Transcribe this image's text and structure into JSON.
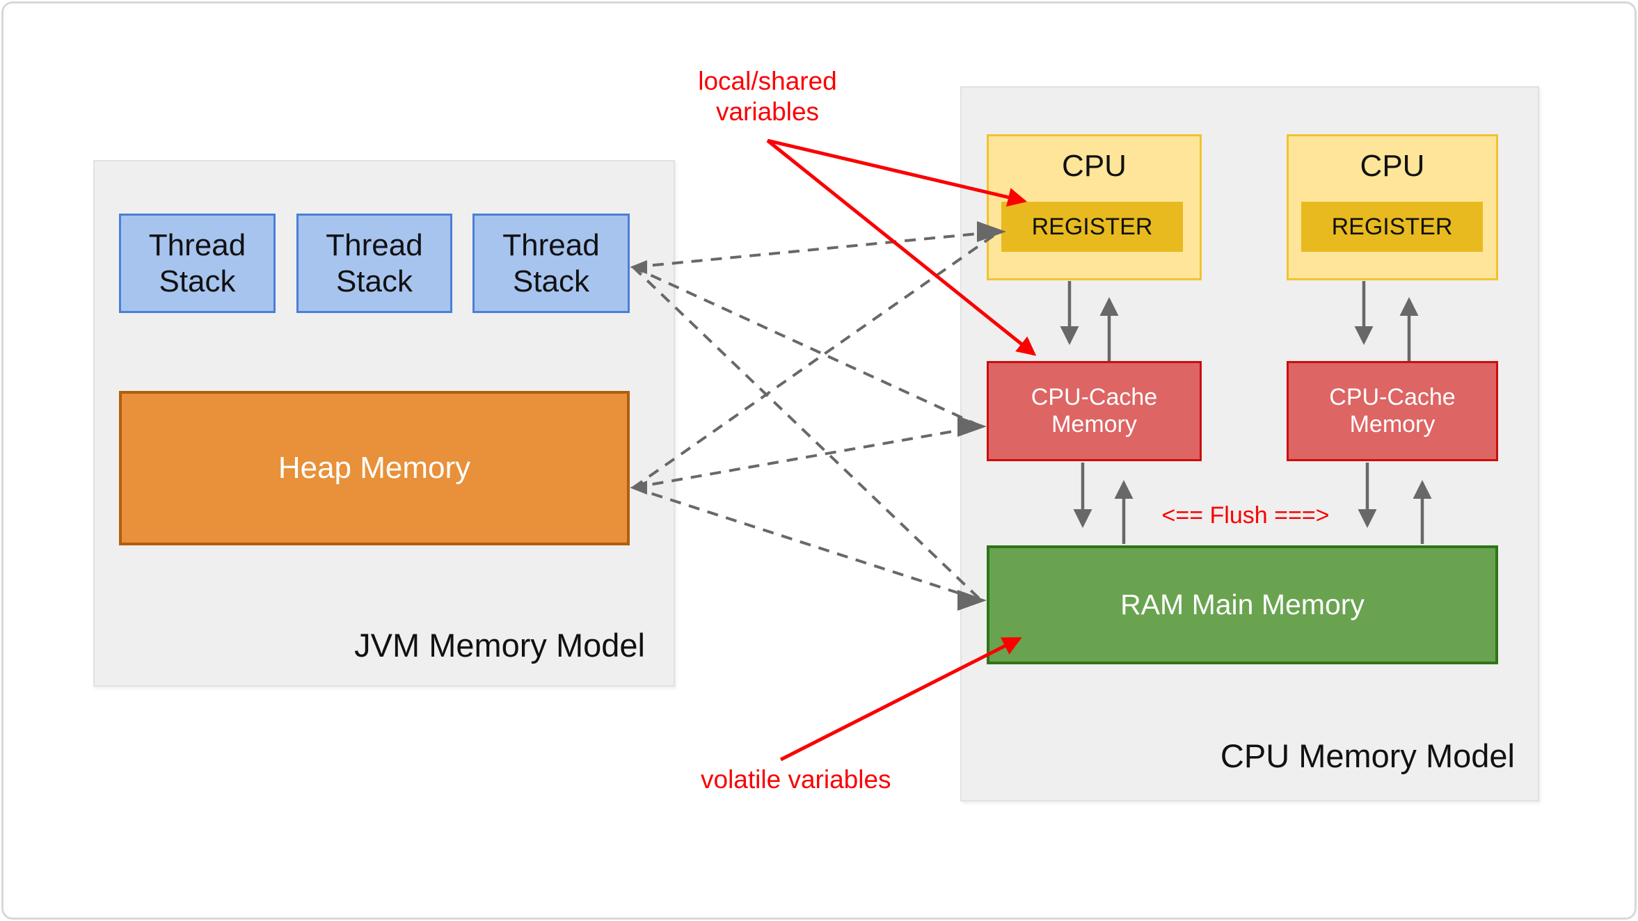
{
  "colors": {
    "panel_bg": "#efefef",
    "thread_stack_fill": "#a7c4ef",
    "thread_stack_border": "#4a7fd6",
    "heap_fill": "#e8913a",
    "heap_border": "#b05e0d",
    "cpu_fill": "#ffe599",
    "cpu_border": "#f1c232",
    "register_fill": "#e8ba1f",
    "cache_fill": "#dd6564",
    "cache_border": "#cc0d0d",
    "ram_fill": "#69a350",
    "ram_border": "#2e7518",
    "arrow_gray": "#686868",
    "annotation_red": "#fa0000"
  },
  "jvm_panel": {
    "title": "JVM Memory Model",
    "thread_stacks": [
      {
        "label": "Thread\nStack"
      },
      {
        "label": "Thread\nStack"
      },
      {
        "label": "Thread\nStack"
      }
    ],
    "heap_label": "Heap Memory"
  },
  "cpu_panel": {
    "title": "CPU Memory Model",
    "cpus": [
      {
        "label": "CPU",
        "register_label": "REGISTER"
      },
      {
        "label": "CPU",
        "register_label": "REGISTER"
      }
    ],
    "caches": [
      {
        "label": "CPU-Cache\nMemory"
      },
      {
        "label": "CPU-Cache\nMemory"
      }
    ],
    "ram_label": "RAM Main Memory",
    "flush_label": "<== Flush ===>"
  },
  "annotations": {
    "local_shared": "local/shared\nvariables",
    "volatile": "volatile variables"
  }
}
